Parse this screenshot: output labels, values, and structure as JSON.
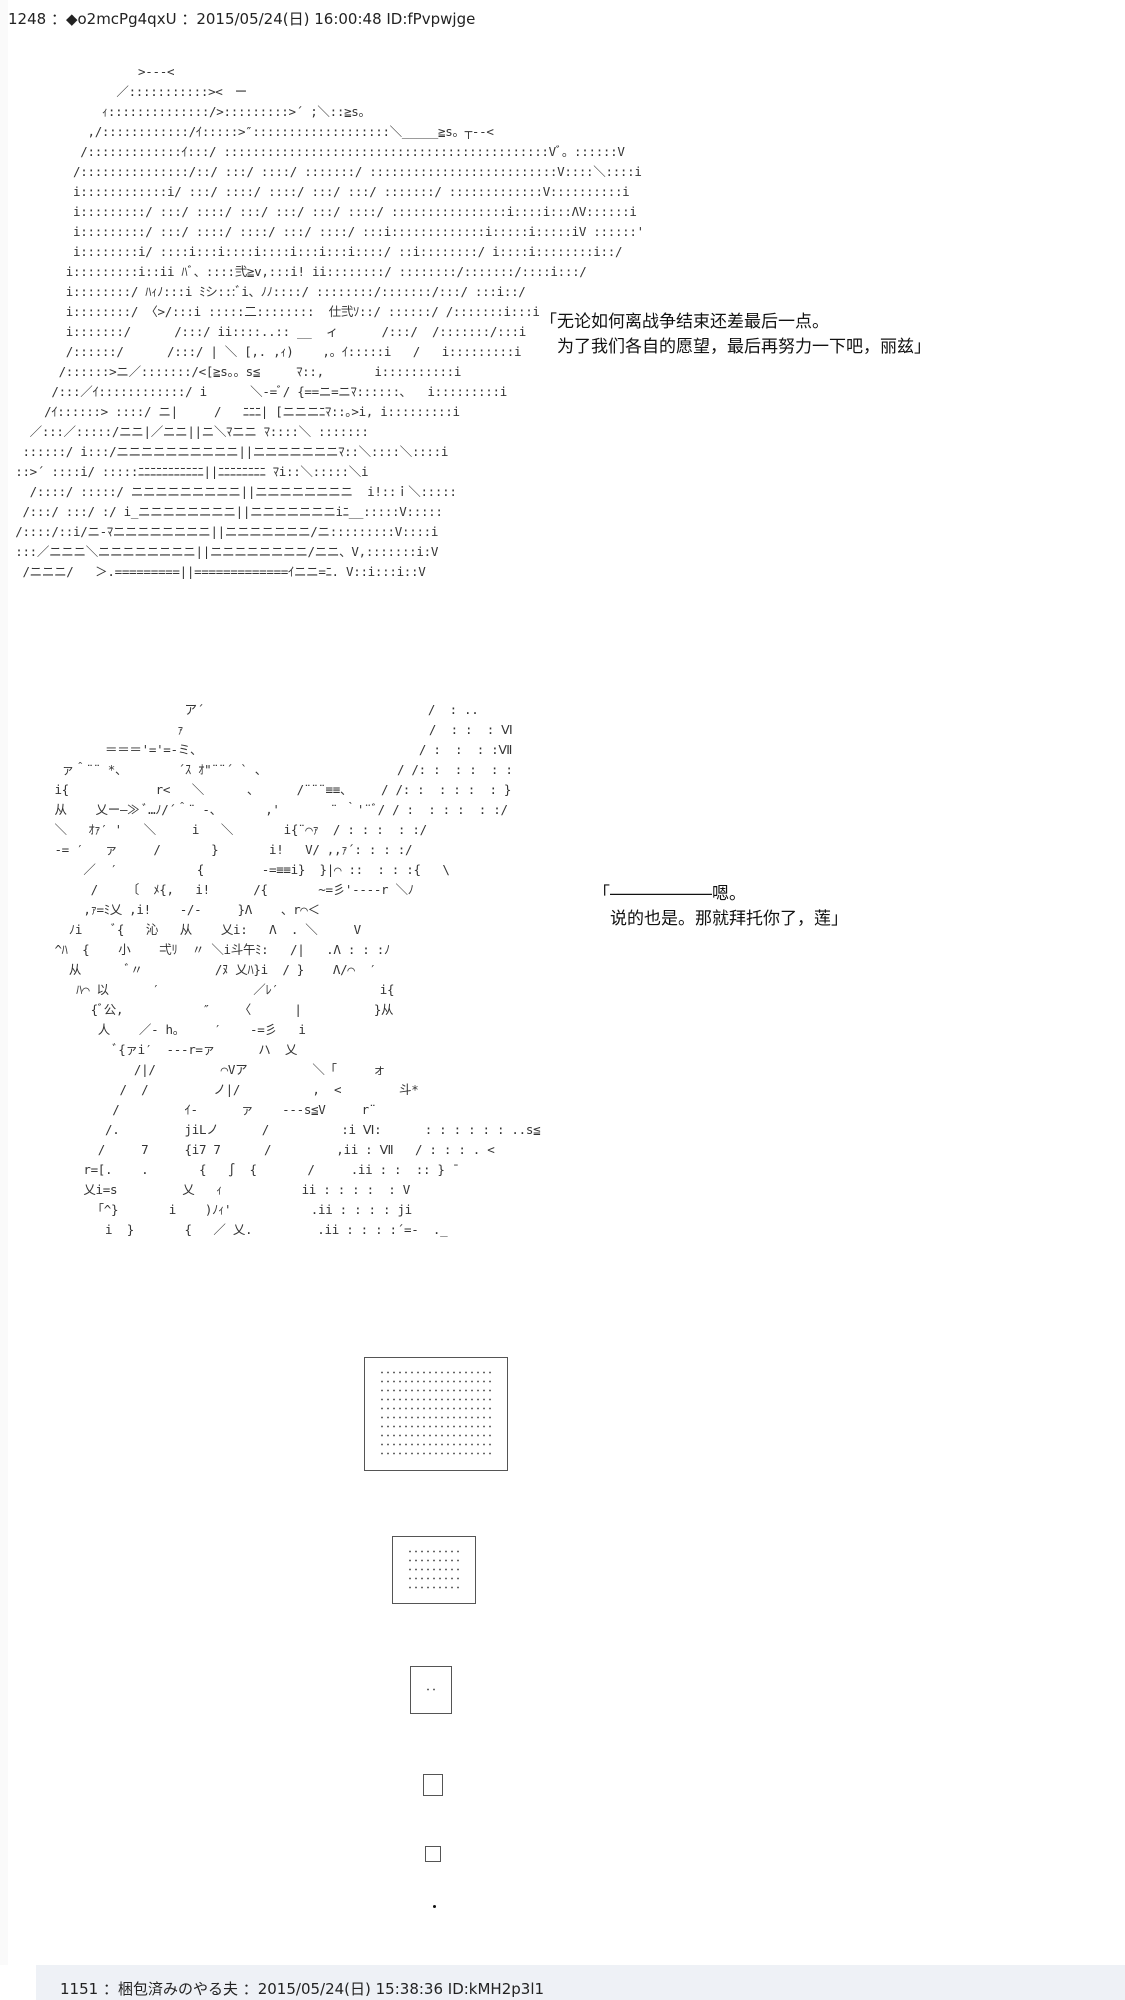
{
  "post": {
    "header": "1248 ：◆o2mcPg4qxU ：2015/05/24(日) 16:00:48 ID:fPvpwjge"
  },
  "ascii_art": {
    "block_1": "                  >‐‐‐<\n               ／:::::::::::><　ー\n             ｨ::::::::::::::/>:::::::::>´ ;＼::≧s。\n           ,/::::::::::::/ｲ:::::>″:::::::::::::::::::＼_____≧s。┬‐‐<\n          /:::::::::::::ｲ:::/ :::::::::::::::::::::::::::::::::::::::::::::Vﾞ。::::::V\n         /:::::::::::::::/::/ :::/ ::::/ :::::::/ ::::::::::::::::::::::::::V::::＼::::i\n         i::::::::::::i/ :::/ ::::/ ::::/ :::/ :::/ :::::::/ :::::::::::::V::::::::::i\n         i:::::::::/ :::/ ::::/ :::/ :::/ :::/ ::::/ ::::::::::::::::i::::i:::ΛV::::::i\n         i:::::::::/ :::/ ::::/ ::::/ :::/ ::::/ :::i:::::::::::::i:::::i:::::iV ::::::'\n         i::::::::i/ ::::i:::i::::i::::i:::i:::i::::/ ::i::::::::/ i::::i::::::::i::/\n        i:::::::::i::ii ﾊﾞ、::::弐≧v,:::i! ii::::::::/ ::::::::/:::::::/::::i:::/\n        i::::::::/ ﾊｨﾉ:::i ﾐシ:::ﾞi、ﾉﾉ::::/ ::::::::/:::::::/:::/ :::i::/\n        i::::::::/ 〈>/:::i :::::二::::::::  仕弐ｿ::/ ::::::/ /:::::::i:::i\n        i:::::::/      /:::/ ii::::..:: __  ィ      /:::/  /:::::::/:::i\n        /::::::/      /:::/ | ＼ [,. ,ｨ)    ,。ｲ:::::i   /   i:::::::::i\n       /::::::>ニ／:::::::/<[≧s。。s≦     ﾏ::,       i::::::::::i\n      /:::／ｲ::::::::::::/ i      ＼-=ﾞ/ {==ニ=ニﾏ::::::､   i:::::::::i\n     /ｲ::::::> ::::/ ニ|     /   ﾆﾆﾆ| [ニニニﾆﾏ::｡>i, i:::::::::i\n   ／:::／:::::/ニニ|／ニニ||ニ＼ﾏニニ ﾏ::::＼ :::::::\n  ::::::/ i:::/ニニニニニニニニニニ||ニニニニニニニﾏ::＼::::＼::::i\n ::>´ ::::i/ :::::ﾆﾆﾆﾆﾆﾆﾆﾆﾆﾆﾆ||ﾆﾆﾆﾆﾆﾆﾆﾆ ﾏi::＼:::::＼i\n   /::::/ :::::/ ニニニニニニニニニ||ニニニニニニニニ  i!::ｉ＼:::::\n  /:::/ :::/ :/ i_ニニニニニニニニ||ニニニニニニニiﾆ__:::::V:::::\n /::::/::i/ニ‐ﾏニニニニニニニニ||ニニニニニニニ/ニ:::::::::V::::i\n :::／ニニニ＼ニニニニニニニニ||ニニニニニニニニ/ニニ、V,:::::::i:V\n  /ニニニ/   ＞.=========||=============ｲニニ=ﾆ. V::i:::i::V",
    "block_2": "                    ア´                               /  : ..\n                   ｧ                                  /  : :  : Ⅵ\n         ＝＝＝'='=-ミ、                              / :  :  : :Ⅶ\n   ァ＾¨¨ *、       ´ｽ ｵ\"¨¨´ ` 、                  / /: :  : :  : :\n  i{            r<   ＼      ､      /¨¨¨≡≡、    / /: :  : : :  : }\n  从    乂ー―≫ ﾞ…ﾉ/´＾¨ ‐、      ,'       ¨ ｀'¨ﾞ/ / :  : : :  : :/\n  ＼   ｵｧ′ '   ＼     i   ＼       i{¨⌒ｧ  / : : :  : :/\n  -= ′   ァ     /       }       i!   V/ ,,ｧ´: : : :/\n      ／  ′           {        -=≡≡i}  }|⌒ ::  : : :{   \\\n       /    〔  ﾒ{,   i!      /{       ~=彡'‐‐‐‐r ＼ﾉ\n      ,ｧ=ﾐ乂 ,i!    -/-     }Λ    、r⌒＜\n    ﾉi    ﾞ{   沁   从    乂i:   Λ  . ＼     V\n  ^ﾊ  {    小    弌ﾘ  〃 ＼i斗午ﾐ:   /|   .Λ : : :ﾉ\n    从      ﾞ〃          /ﾇ 乂ﾊ}i  / }    Λ/⌒  ′\n     ﾊ⌒ 以      ′             ／ﾚ′              i{\n       {ﾞ公,           ″    〈      |          }从\n        人    ／‐ h。    ′    -=彡   i\n          ﾞ{ァi′  ‐‐‐r=ァ      ハ  乂\n             /|/         ⌒Vア         ＼「     ォ\n           /  /         ノ|/          ,  <        斗*\n          /         ｲ‐      ァ    ‐‐‐s≦V     r¨\n         /.         jiLノ      /          :i Ⅵ:      : : : : : : ..s≦\n        /     7     {i7 7      /         ,ii : Ⅶ   / : : : . <\n      r=[.    .       {   ∫  {       /     .ii : :  :: } ̄\n      乂i=s         乂   ｨ           ii : : : :  : V\n        ｢^}       i    )ﾉｨ'           .ii : : : : ji\n         i  }       {   ／ 乂.         .ii : : : :´=-  ._"
  },
  "dialogues": [
    {
      "lines": [
        "「无论如何离战争结束还差最后一点。",
        "　为了我们各自的愿望，最后再努力一下吧，丽兹」"
      ]
    },
    {
      "lines": [
        "「――――――嗯。",
        "　说的也是。那就拜托你了，莲」"
      ]
    }
  ],
  "next_post": {
    "header": "1151 ：梱包済みのやる夫 ：2015/05/24(日) 15:38:36 ID:kMH2p3l1"
  },
  "colors": {
    "page_background": "#ffffff",
    "next_post_bar": "#eef1f6",
    "text": "#111111"
  }
}
